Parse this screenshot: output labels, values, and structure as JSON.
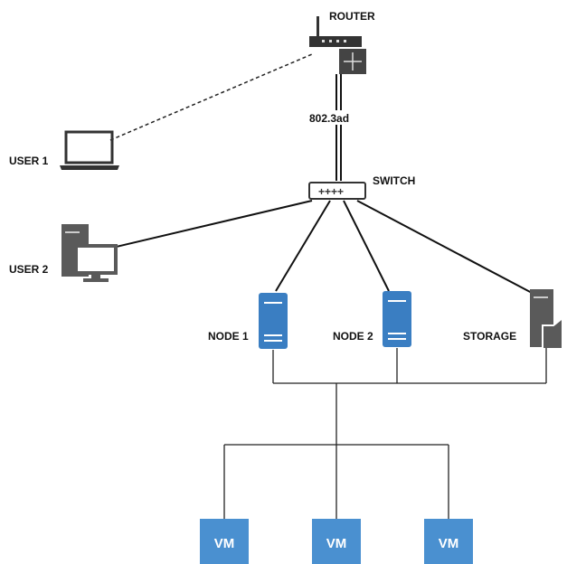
{
  "labels": {
    "router": "ROUTER",
    "switch": "SWITCH",
    "link": "802.3ad",
    "user1": "USER 1",
    "user2": "USER 2",
    "node1": "NODE 1",
    "node2": "NODE 2",
    "storage": "STORAGE"
  },
  "vms": [
    "VM",
    "VM",
    "VM"
  ],
  "colors": {
    "node_blue": "#3a7ec2",
    "vm_blue": "#4a90d0",
    "device_gray": "#5a5a5a",
    "line": "#111111"
  }
}
